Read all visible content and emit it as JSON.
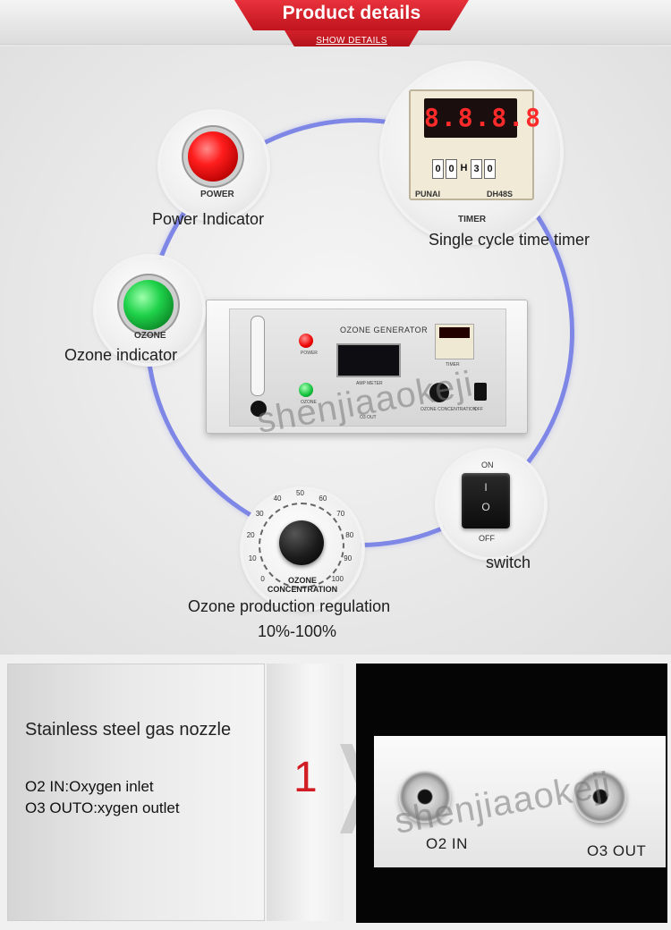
{
  "header": {
    "title": "Product details",
    "subtitle": "SHOW  DETAILS"
  },
  "features": {
    "power": {
      "lamp_label": "POWER",
      "caption": "Power Indicator"
    },
    "ozone": {
      "lamp_label": "OZONE",
      "caption": "Ozone indicator"
    },
    "timer": {
      "display": "8.8.8.8",
      "dials": [
        "0",
        "0",
        "H",
        "3",
        "0"
      ],
      "brand": "PUNAI",
      "model": "DH48S",
      "label": "TIMER",
      "caption": "Single cycle time timer"
    },
    "switch": {
      "on_label": "ON",
      "off_label": "OFF",
      "on_mark": "I",
      "off_mark": "O",
      "caption": "switch"
    },
    "knob": {
      "label_line1": "OZONE",
      "label_line2": "CONCENTRATION",
      "ticks": [
        "0",
        "10",
        "20",
        "30",
        "40",
        "50",
        "60",
        "70",
        "80",
        "90",
        "100"
      ],
      "caption_line1": "Ozone production regulation",
      "caption_line2": "10%-100%"
    }
  },
  "device": {
    "title": "OZONE GENERATOR",
    "power_text": "POWER",
    "ozone_text": "OZONE",
    "meter_text": "AMP METER",
    "timer_text": "TIMER",
    "conc_text": "OZONE CONCENTRATION",
    "off_text": "OFF",
    "o3_text": "O3 OUT"
  },
  "watermark": "shenjiaaokeji",
  "bottom": {
    "title": "Stainless steel gas nozzle",
    "line1": "O2 IN:Oxygen inlet",
    "line2": "O3 OUTO:xygen outlet",
    "step": "1",
    "port_in": "O2 IN",
    "port_out": "O3 OUT"
  }
}
